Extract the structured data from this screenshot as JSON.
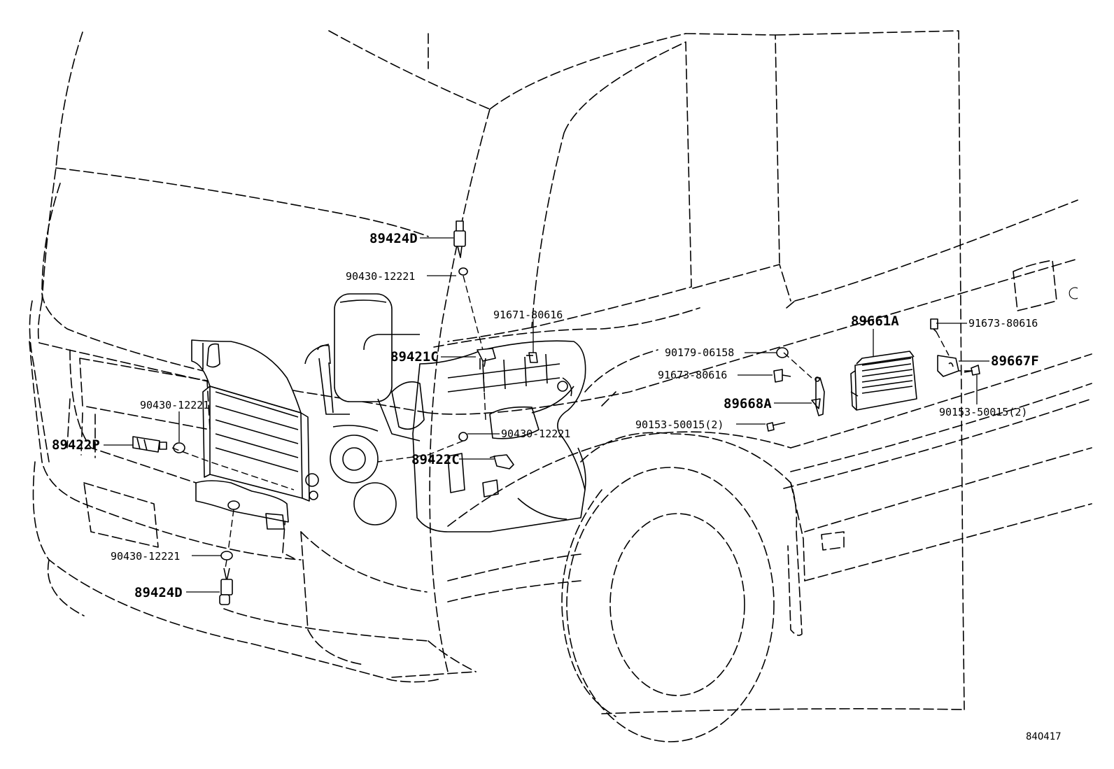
{
  "diagram": {
    "drawing_code": "84O417",
    "callouts": [
      {
        "id": "c1",
        "label": "89424D"
      },
      {
        "id": "c2",
        "label": "90430-12221"
      },
      {
        "id": "c3",
        "label": "91671-80616"
      },
      {
        "id": "c4",
        "label": "89421C"
      },
      {
        "id": "c5",
        "label": "90430-12221"
      },
      {
        "id": "c6",
        "label": "89422P"
      },
      {
        "id": "c7",
        "label": "90430-12221"
      },
      {
        "id": "c8",
        "label": "89422C"
      },
      {
        "id": "c9",
        "label": "90430-12221"
      },
      {
        "id": "c10",
        "label": "89424D"
      },
      {
        "id": "c11",
        "label": "89661A"
      },
      {
        "id": "c12",
        "label": "91673-80616"
      },
      {
        "id": "c13",
        "label": "90179-06158"
      },
      {
        "id": "c14",
        "label": "91673-80616"
      },
      {
        "id": "c15",
        "label": "89667F"
      },
      {
        "id": "c16",
        "label": "89668A"
      },
      {
        "id": "c17",
        "label": "90153-50015(2)"
      },
      {
        "id": "c18",
        "label": "90153-50015(2)"
      }
    ]
  }
}
